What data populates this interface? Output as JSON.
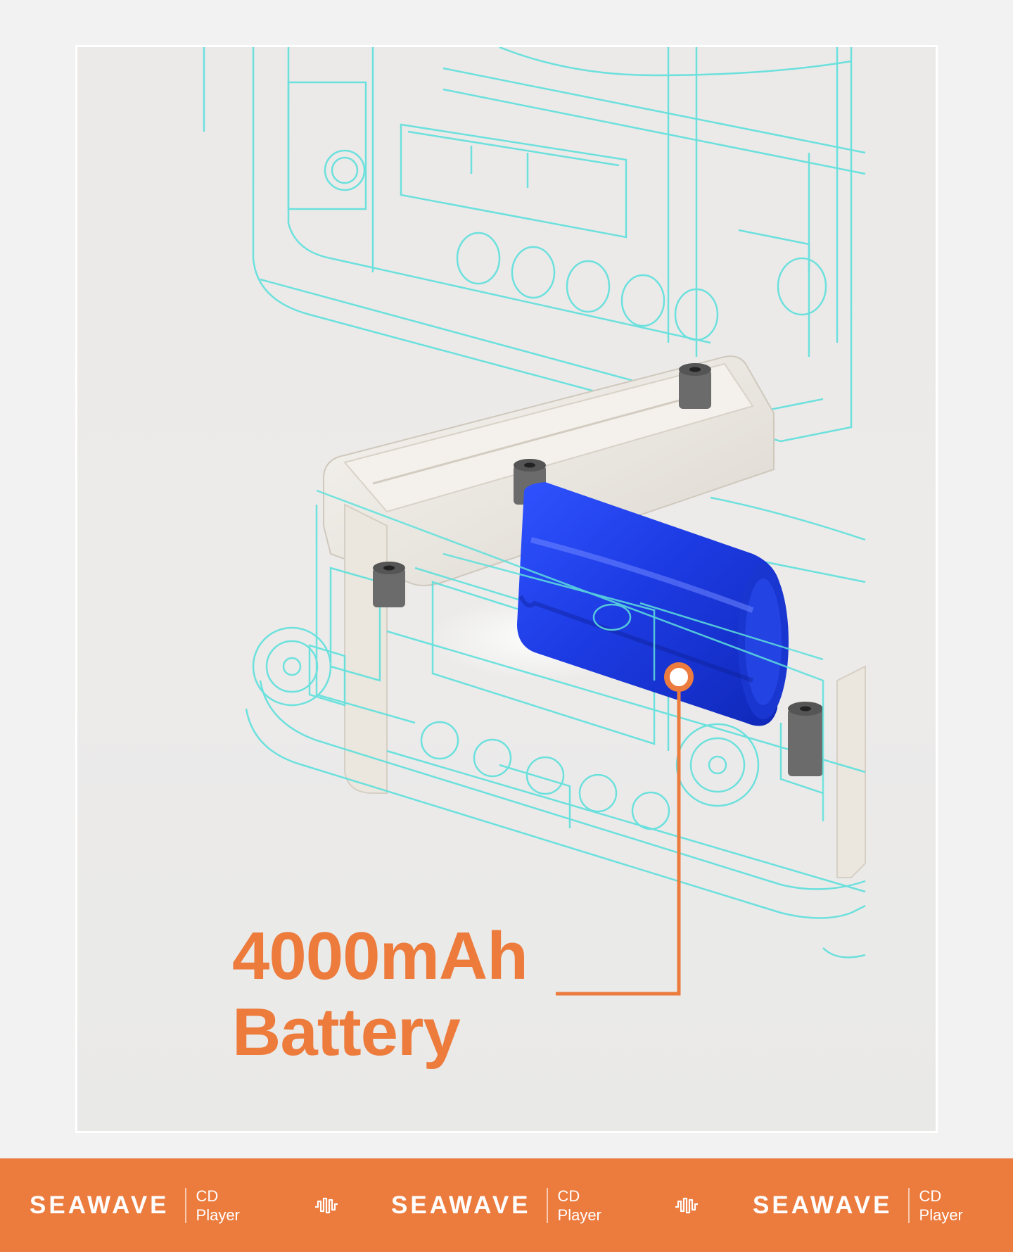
{
  "feature": {
    "capacity": "4000mAh",
    "component": "Battery"
  },
  "footer": {
    "items": [
      {
        "brand": "SEAWAVE",
        "product_line1": "CD",
        "product_line2": "Player"
      },
      {
        "brand": "SEAWAVE",
        "product_line1": "CD",
        "product_line2": "Player"
      },
      {
        "brand": "SEAWAVE",
        "product_line1": "CD",
        "product_line2": "Player"
      }
    ],
    "separator_icon": "sound-wave-icon"
  },
  "colors": {
    "accent": "#ec7b3e",
    "wireframe": "#5fe0dc",
    "battery": "#1f3ee0",
    "background": "#f2f2f3"
  }
}
